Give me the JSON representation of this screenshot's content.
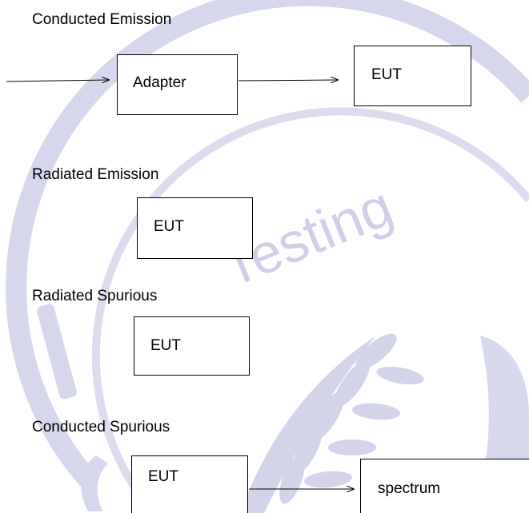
{
  "colors": {
    "watermark": "#cfd0e8",
    "line": "#000000",
    "text": "#000000"
  },
  "watermark": {
    "text": "Testing"
  },
  "sections": {
    "conducted_emission": {
      "title": "Conducted Emission",
      "adapter_label": "Adapter",
      "eut_label": "EUT"
    },
    "radiated_emission": {
      "title": "Radiated Emission",
      "eut_label": "EUT"
    },
    "radiated_spurious": {
      "title": "Radiated Spurious",
      "eut_label": "EUT"
    },
    "conducted_spurious": {
      "title": "Conducted Spurious",
      "eut_label": "EUT",
      "spectrum_label": "spectrum"
    }
  }
}
